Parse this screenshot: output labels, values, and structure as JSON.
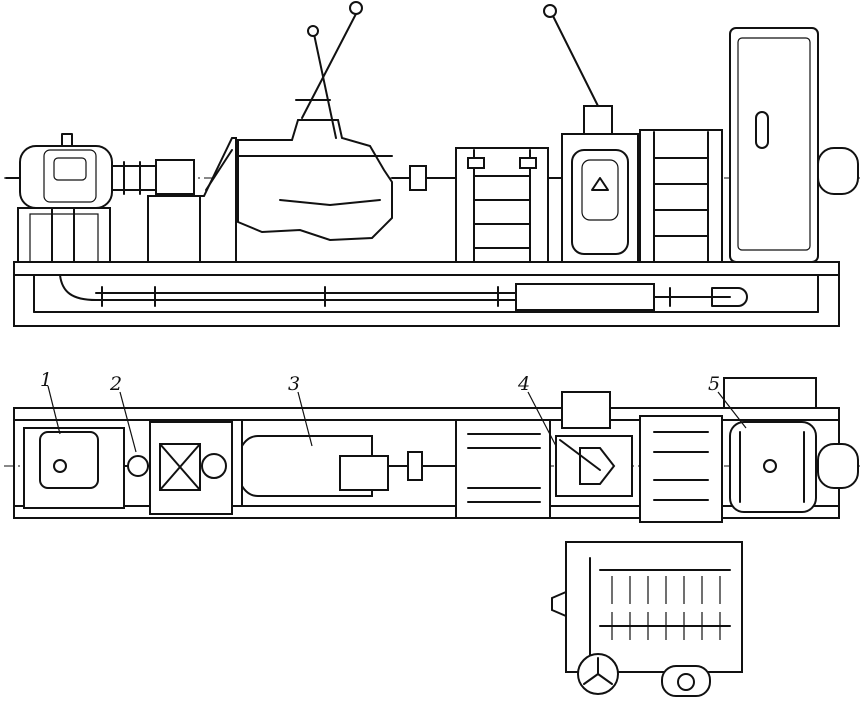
{
  "callouts": [
    {
      "id": "1",
      "text": "1"
    },
    {
      "id": "2",
      "text": "2"
    },
    {
      "id": "3",
      "text": "3"
    },
    {
      "id": "4",
      "text": "4"
    },
    {
      "id": "5",
      "text": "5"
    }
  ],
  "colors": {
    "ink": "#111111",
    "paper": "#ffffff"
  }
}
